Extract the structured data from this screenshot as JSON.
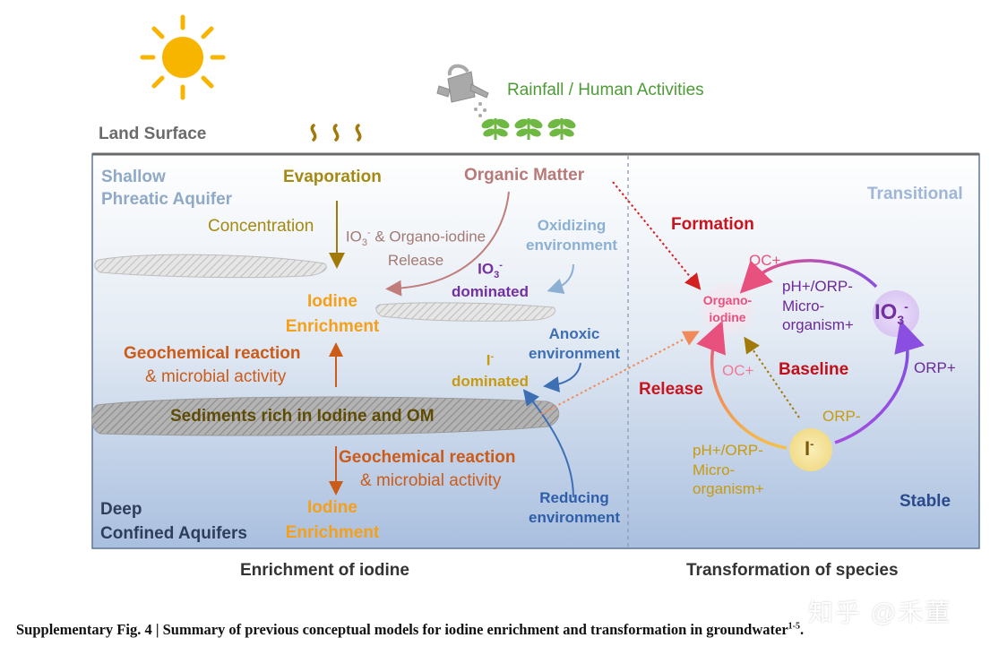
{
  "land_surface": "Land Surface",
  "rainfall": "Rainfall / Human Activities",
  "left_panel": {
    "shallow_line1": "Shallow",
    "shallow_line2": "Phreatic Aquifer",
    "evaporation": "Evaporation",
    "concentration": "Concentration",
    "organic_matter": "Organic Matter",
    "release_line1": "IO",
    "release_line1_sub": "3",
    "release_line1_sup": "-",
    "release_line1_rest": " & Organo-iodine",
    "release_line2": "Release",
    "oxidizing_line1": "Oxidizing",
    "oxidizing_line2": "environment",
    "io3_dominated_ion": "IO",
    "io3_dominated_sub": "3",
    "io3_dominated_sup": "-",
    "io3_dominated_word": "dominated",
    "iodine_enrichment_line1": "Iodine",
    "iodine_enrichment_line2": "Enrichment",
    "geochem_upper_line1": "Geochemical reaction",
    "geochem_upper_line2": "& microbial activity",
    "anoxic_line1": "Anoxic",
    "anoxic_line2": "environment",
    "i_dominated_ion": "I",
    "i_dominated_sup": "-",
    "i_dominated_word": "dominated",
    "sediments": "Sediments rich in Iodine and OM",
    "geochem_lower_line1": "Geochemical reaction",
    "geochem_lower_line2": "& microbial activity",
    "deep_line1": "Deep",
    "deep_line2": "Confined Aquifers",
    "iodine_enrichment2_line1": "Iodine",
    "iodine_enrichment2_line2": "Enrichment",
    "reducing_line1": "Reducing",
    "reducing_line2": "environment",
    "footer": "Enrichment of iodine"
  },
  "right_panel": {
    "transitional": "Transitional",
    "formation": "Formation",
    "oc_plus_top": "OC+",
    "organo_line1": "Organo-",
    "organo_line2": "iodine",
    "ph_orp_upper_line1": "pH+/ORP-",
    "ph_orp_upper_line2": "Micro-",
    "ph_orp_upper_line3": "organism+",
    "io3_ion": "IO",
    "io3_sub": "3",
    "io3_sup": "-",
    "oc_plus_mid": "OC+",
    "baseline": "Baseline",
    "release": "Release",
    "orp_plus": "ORP+",
    "orp_minus": "ORP-",
    "i_ion": "I",
    "i_sup": "-",
    "ph_orp_lower_line1": "pH+/ORP-",
    "ph_orp_lower_line2": "Micro-",
    "ph_orp_lower_line3": "organism+",
    "stable": "Stable",
    "footer": "Transformation of species"
  },
  "caption": {
    "text": "Supplementary Fig. 4 | Summary of previous conceptual models for iodine enrichment and transformation in groundwater",
    "refs": "1-5",
    "end": "."
  },
  "watermark": "知乎 @禾董",
  "colors": {
    "sun": "#f7b500",
    "rainfall_green": "#4d9b36",
    "shallow_blue": "#8fa9c6",
    "evaporation": "#a48a12",
    "organic_matter": "#b77a78",
    "oxidizing": "#8bb0d4",
    "io3_purple": "#7230a0",
    "iodine_orange": "#f5a01a",
    "geochem": "#cc5b18",
    "anoxic_blue": "#3d6fb5",
    "i_dominated": "#c79a10",
    "sediment_text": "#5e4b05",
    "deep_navy": "#2f3d5c",
    "formation_red": "#c8141e",
    "organo_pink": "#e8507e",
    "baseline_red": "#c0101a",
    "stable_navy": "#2b4a8c"
  },
  "icons": [
    "sun-icon",
    "watering-can-icon",
    "evaporation-wave-icon",
    "plant-icon"
  ]
}
